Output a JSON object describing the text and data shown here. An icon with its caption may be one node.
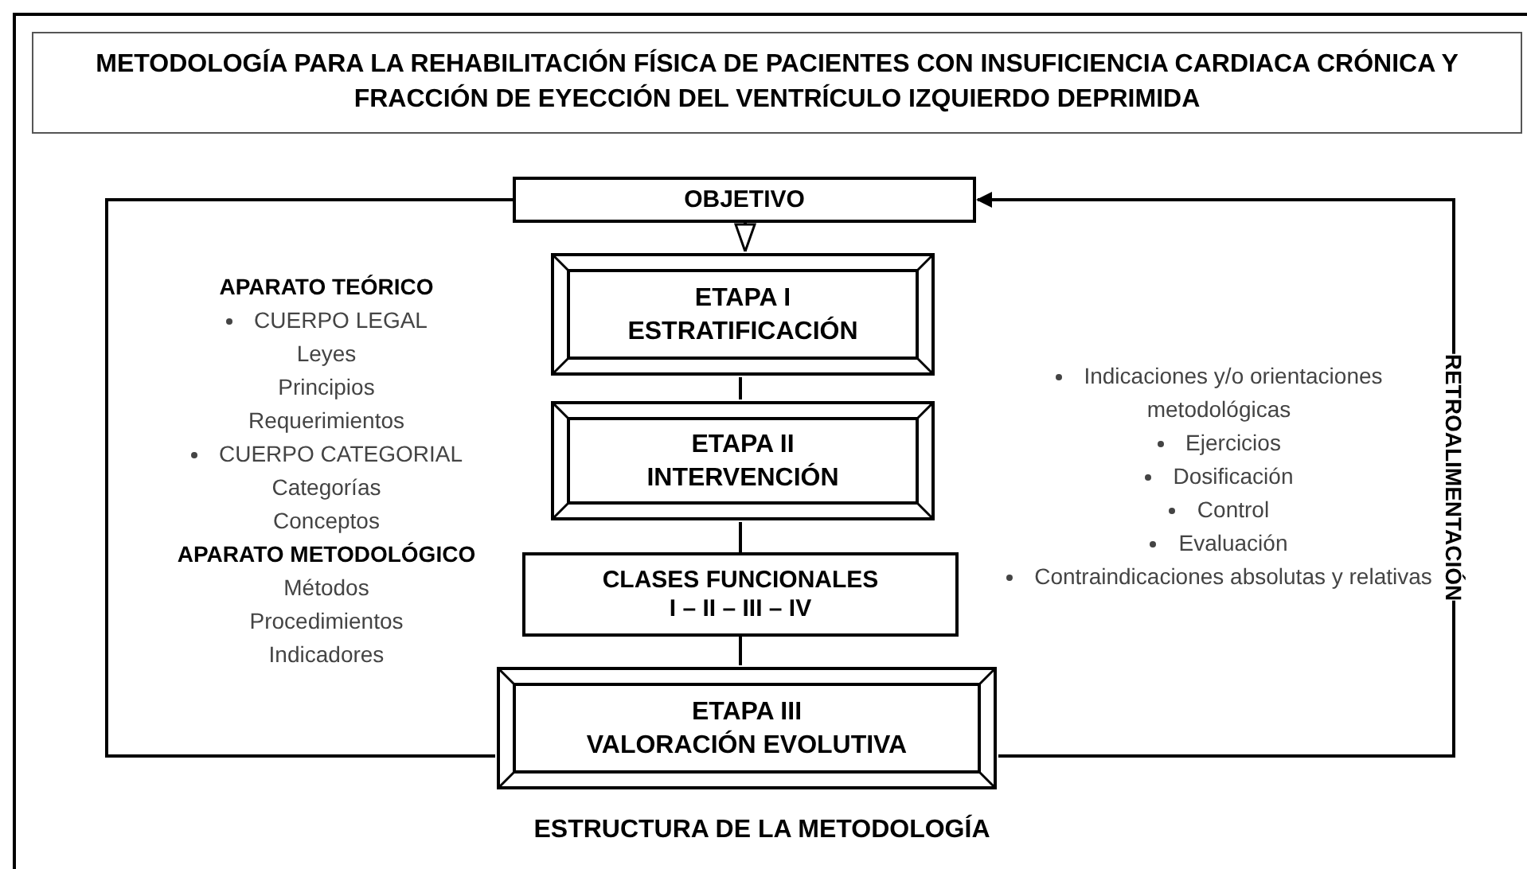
{
  "diagram": {
    "title": "METODOLOGÍA PARA LA REHABILITACIÓN FÍSICA DE PACIENTES CON INSUFICIENCIA CARDIACA CRÓNICA Y FRACCIÓN DE EYECCIÓN DEL VENTRÍCULO IZQUIERDO DEPRIMIDA",
    "caption": "ESTRUCTURA DE LA METODOLOGÍA",
    "nodes": [
      {
        "text": [
          "OBJETIVO"
        ]
      },
      {
        "text": [
          "ETAPA I",
          "ESTRATIFICACIÓN"
        ]
      },
      {
        "text": [
          "ETAPA II",
          "INTERVENCIÓN"
        ]
      },
      {
        "text": [
          "CLASES FUNCIONALES",
          "I – II – III – IV"
        ]
      },
      {
        "text": [
          "ETAPA III",
          "VALORACIÓN EVOLUTIVA"
        ]
      }
    ],
    "edges": [
      {
        "from": 0,
        "to": 1,
        "arrow": "to"
      },
      {
        "from": 1,
        "to": 2,
        "arrow": "none"
      },
      {
        "from": 2,
        "to": 3,
        "arrow": "none"
      },
      {
        "from": 3,
        "to": 4,
        "arrow": "none"
      },
      {
        "from": 4,
        "to": 0,
        "arrow": "none"
      },
      {
        "from": 4,
        "to": 0,
        "arrow": "to",
        "label": "RETROALIMENTACIÓN"
      }
    ],
    "labels": [
      "APARATO TEÓRICO",
      "CUERPO LEGAL",
      "Leyes",
      "Principios",
      "Requerimientos",
      "CUERPO CATEGORIAL",
      "Categorías",
      "Conceptos",
      "APARATO METODOLÓGICO",
      "Métodos",
      "Procedimientos",
      "Indicadores",
      "Indicaciones y/o orientaciones metodológicas",
      "Ejercicios",
      "Dosificación",
      "Control",
      "Evaluación",
      "Contraindicaciones absolutas y relativas"
    ]
  }
}
